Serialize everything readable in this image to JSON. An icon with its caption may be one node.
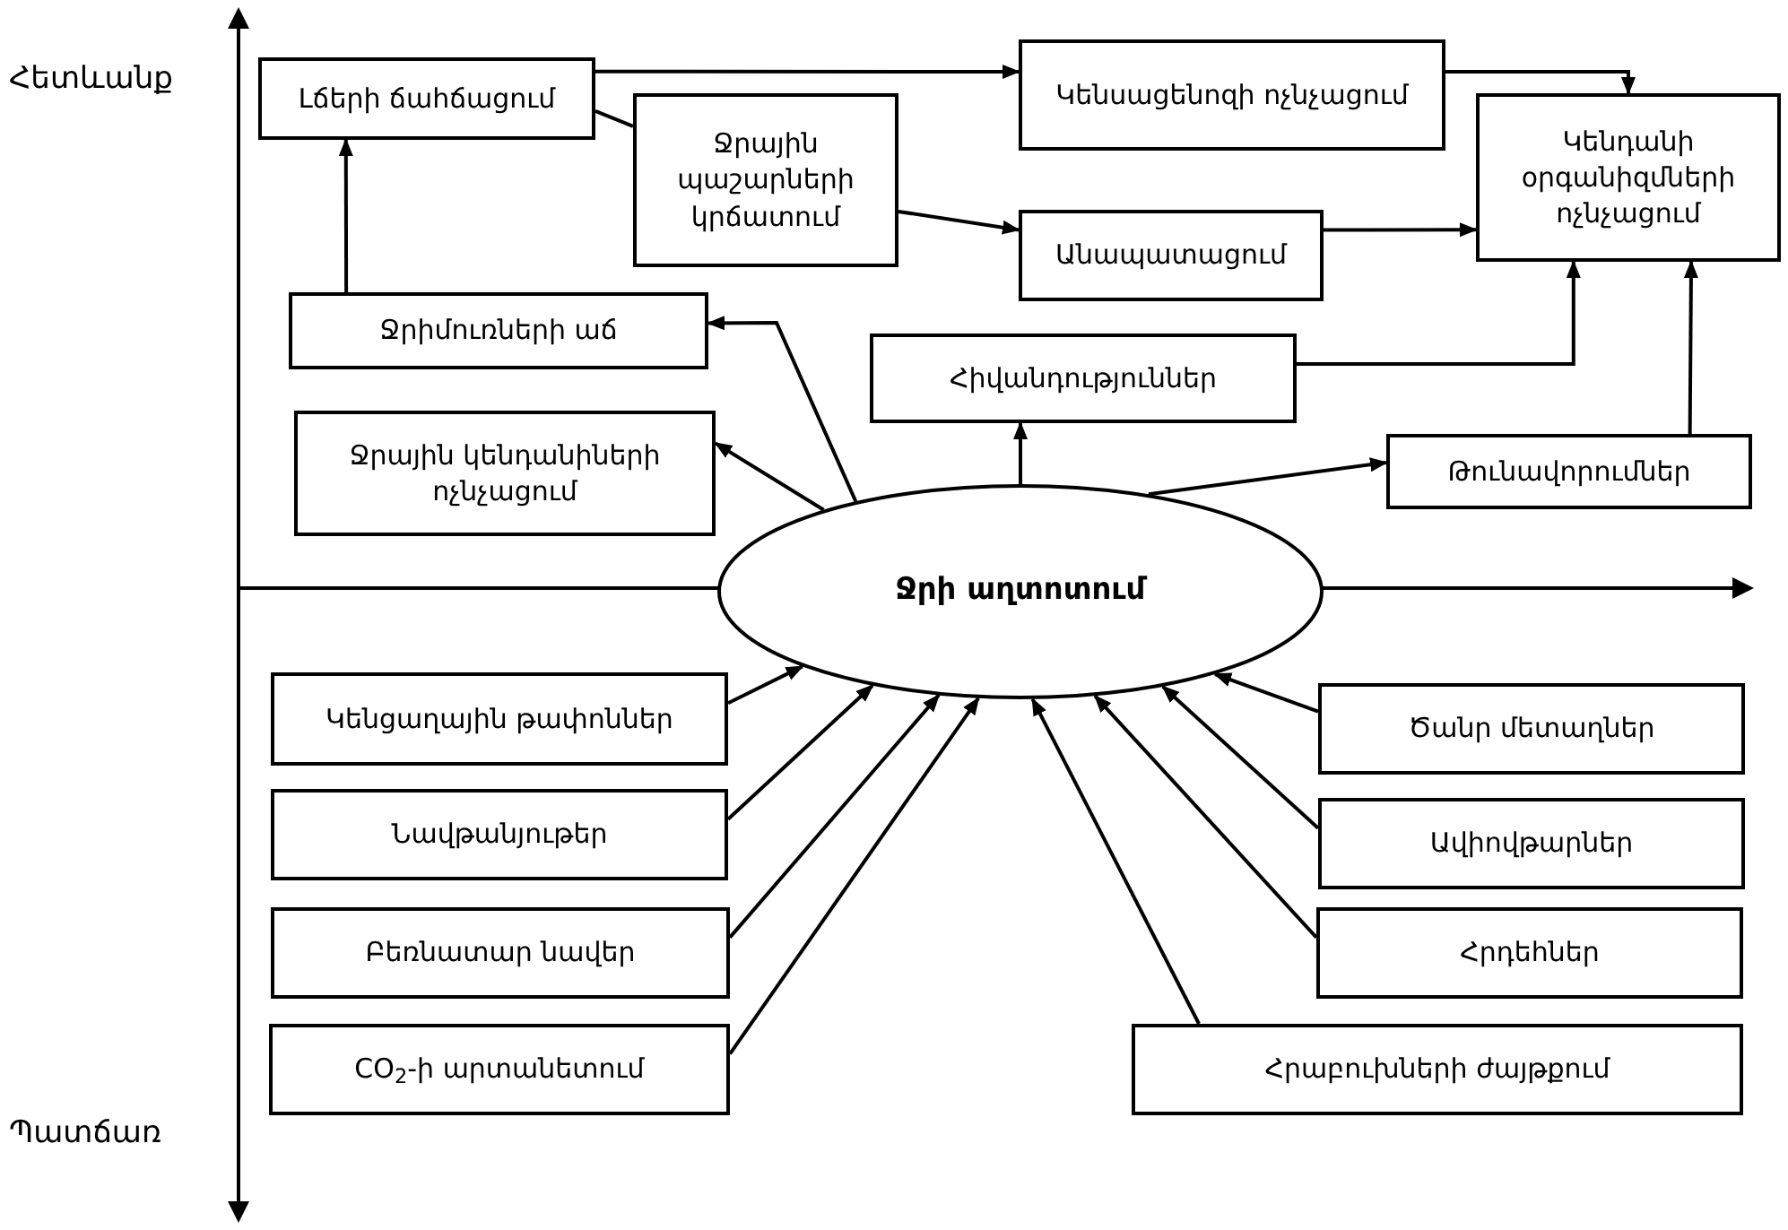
{
  "diagram": {
    "nodes": [
      {
        "text": [
          "Լճերի ճահճացում"
        ]
      },
      {
        "text": [
          "Ջրային պաշարների կրճատում"
        ]
      },
      {
        "text": [
          "Կենսացենոզի ոչնչացում"
        ]
      },
      {
        "text": [
          "Անապատացում"
        ]
      },
      {
        "text": [
          "Կենդանի օրգանիզմների ոչնչացում"
        ]
      },
      {
        "text": [
          "Ջրիմուռների աճ"
        ]
      },
      {
        "text": [
          "Հիվանդություններ"
        ]
      },
      {
        "text": [
          "Ջրային կենդանիների ոչնչացում"
        ]
      },
      {
        "text": [
          "Թունավորումներ"
        ]
      },
      {
        "text": [
          "Ջրի աղտոտում"
        ]
      },
      {
        "text": [
          "Կենցաղային թափոններ"
        ]
      },
      {
        "text": [
          "Ծանր մետաղներ"
        ]
      },
      {
        "text": [
          "Նավթանյութեր"
        ]
      },
      {
        "text": [
          "Ավիովթարներ"
        ]
      },
      {
        "text": [
          "Բեռնատար նավեր"
        ]
      },
      {
        "text": [
          "Հրդեհներ"
        ]
      },
      {
        "text": [
          "CO$_{2}$-ի արտանետում"
        ]
      },
      {
        "text": [
          "Հրաբուխների ժայթքում"
        ]
      }
    ],
    "edges": [
      {
        "from": 5,
        "to": 0,
        "arrow": "to"
      },
      {
        "from": 0,
        "to": 2,
        "arrow": "to"
      },
      {
        "from": 0,
        "to": 1,
        "arrow": "none"
      },
      {
        "from": 1,
        "to": 3,
        "arrow": "to"
      },
      {
        "from": 2,
        "to": 4,
        "arrow": "to"
      },
      {
        "from": 3,
        "to": 4,
        "arrow": "to"
      },
      {
        "from": 6,
        "to": 4,
        "arrow": "to"
      },
      {
        "from": 8,
        "to": 4,
        "arrow": "to"
      },
      {
        "from": 9,
        "to": 5,
        "arrow": "to"
      },
      {
        "from": 9,
        "to": 7,
        "arrow": "to"
      },
      {
        "from": 9,
        "to": 6,
        "arrow": "to"
      },
      {
        "from": 9,
        "to": 8,
        "arrow": "to"
      },
      {
        "from": 10,
        "to": 9,
        "arrow": "to"
      },
      {
        "from": 12,
        "to": 9,
        "arrow": "to"
      },
      {
        "from": 14,
        "to": 9,
        "arrow": "to"
      },
      {
        "from": 16,
        "to": 9,
        "arrow": "to"
      },
      {
        "from": 11,
        "to": 9,
        "arrow": "to"
      },
      {
        "from": 13,
        "to": 9,
        "arrow": "to"
      },
      {
        "from": 15,
        "to": 9,
        "arrow": "to"
      },
      {
        "from": 17,
        "to": 9,
        "arrow": "to"
      }
    ],
    "labels": [
      "Հետևանք",
      "Պատճառ"
    ]
  }
}
